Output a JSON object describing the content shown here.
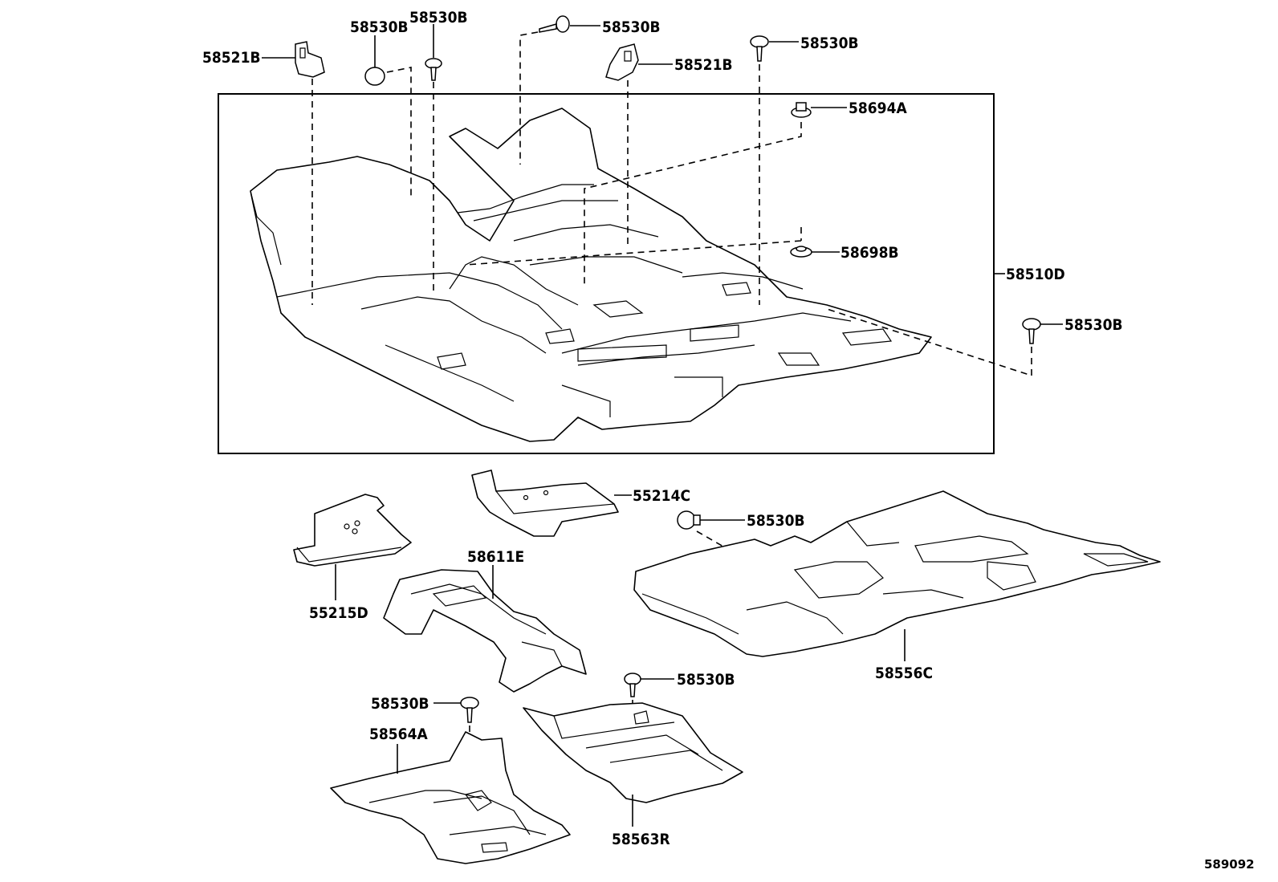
{
  "diagram": {
    "reference_code": "589092",
    "labels": {
      "clip_58521b_left": "58521B",
      "clip_58521b_right": "58521B",
      "clip_58530b_a": "58530B",
      "clip_58530b_b": "58530B",
      "clip_58530b_c": "58530B",
      "clip_58530b_d": "58530B",
      "clip_58530b_e": "58530B",
      "clip_58530b_f": "58530B",
      "clip_58530b_g": "58530B",
      "clip_58530b_h": "58530B",
      "nut_58694a": "58694A",
      "nut_58698b": "58698B",
      "carpet_58510d": "58510D",
      "duct_55214c": "55214C",
      "duct_55215d": "55215D",
      "pad_58611e": "58611E",
      "carpet_58556c": "58556C",
      "pad_58564a": "58564A",
      "pad_58563r": "58563R"
    }
  }
}
